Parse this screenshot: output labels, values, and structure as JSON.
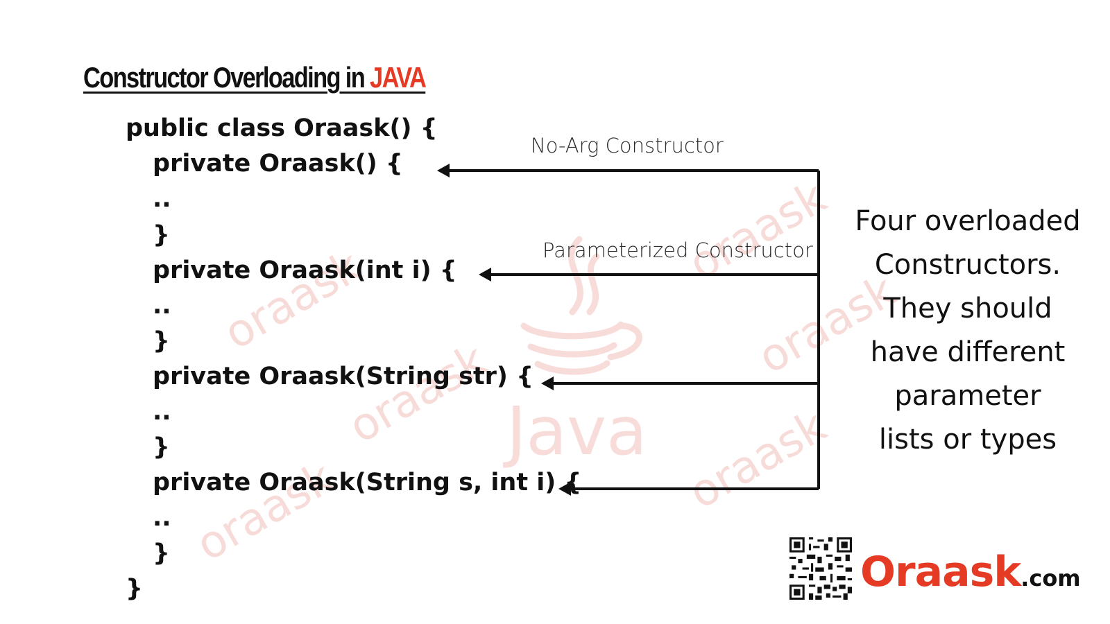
{
  "title": {
    "prefix": "Constructor Overloading in ",
    "accent": "JAVA"
  },
  "code_lines": [
    "public class Oraask() {",
    "private Oraask() {",
    "..",
    "}",
    "private Oraask(int i) {",
    "..",
    "}",
    "private Oraask(String str) {",
    "..",
    "}",
    "private Oraask(String s, int i) {",
    "..",
    "}",
    "}"
  ],
  "labels": {
    "no_arg": "No-Arg Constructor",
    "parameterized": "Parameterized Constructor"
  },
  "side_note_lines": [
    "Four overloaded",
    "Constructors.",
    "They should",
    "have different",
    "parameter",
    "lists or types"
  ],
  "watermark": {
    "text": "oraask",
    "java_text": "Java"
  },
  "brand": {
    "name": "Oraask",
    "tld": ".com"
  },
  "colors": {
    "accent": "#e53a24",
    "text": "#111111",
    "watermark": "#f2c4c0"
  },
  "icons": {
    "qr": "qr-code-icon",
    "watermark": "java-cup-icon"
  }
}
